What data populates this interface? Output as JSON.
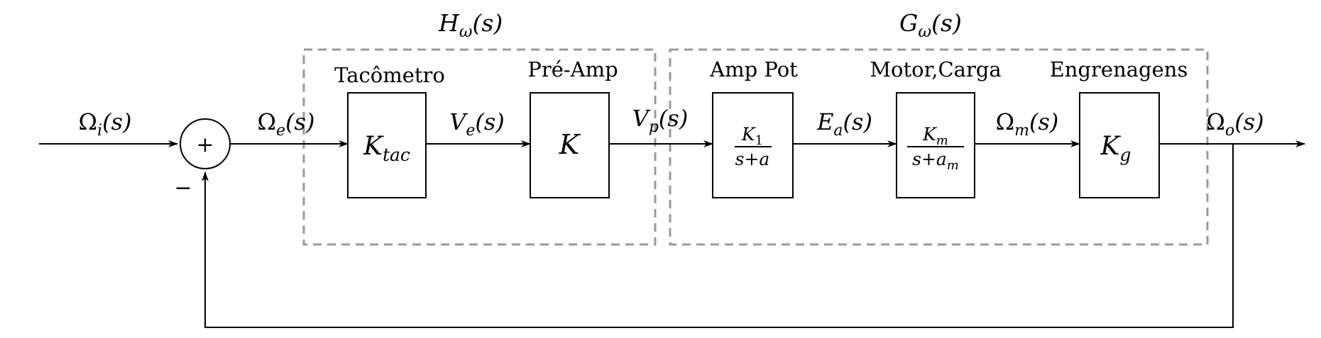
{
  "diagram": {
    "groups": {
      "h_omega": {
        "label": "H",
        "sub": "ω",
        "arg": "(s)"
      },
      "g_omega": {
        "label": "G",
        "sub": "ω",
        "arg": "(s)"
      }
    },
    "blocks": {
      "tachometer": {
        "title": "Tacômetro",
        "gain": "K",
        "gain_sub": "tac"
      },
      "preamp": {
        "title": "Pré-Amp",
        "gain": "K"
      },
      "power_amp": {
        "title": "Amp Pot",
        "num": "K",
        "num_sub": "1",
        "den": "s+a"
      },
      "motor_load": {
        "title": "Motor,Carga",
        "num": "K",
        "num_sub": "m",
        "den": "s+a",
        "den_sub": "m"
      },
      "gears": {
        "title": "Engrenagens",
        "gain": "K",
        "gain_sub": "g"
      }
    },
    "summing_junction": {
      "plus": "+",
      "minus": "−"
    },
    "signals": {
      "omega_i": {
        "base": "Ω",
        "sub": "i",
        "arg": "(s)"
      },
      "omega_e": {
        "base": "Ω",
        "sub": "e",
        "arg": "(s)"
      },
      "v_e": {
        "base": "V",
        "sub": "e",
        "arg": "(s)"
      },
      "v_p": {
        "base": "V",
        "sub": "p",
        "arg": "(s)"
      },
      "e_a": {
        "base": "E",
        "sub": "a",
        "arg": "(s)"
      },
      "omega_m": {
        "base": "Ω",
        "sub": "m",
        "arg": "(s)"
      },
      "omega_o": {
        "base": "Ω",
        "sub": "o",
        "arg": "(s)"
      }
    }
  }
}
